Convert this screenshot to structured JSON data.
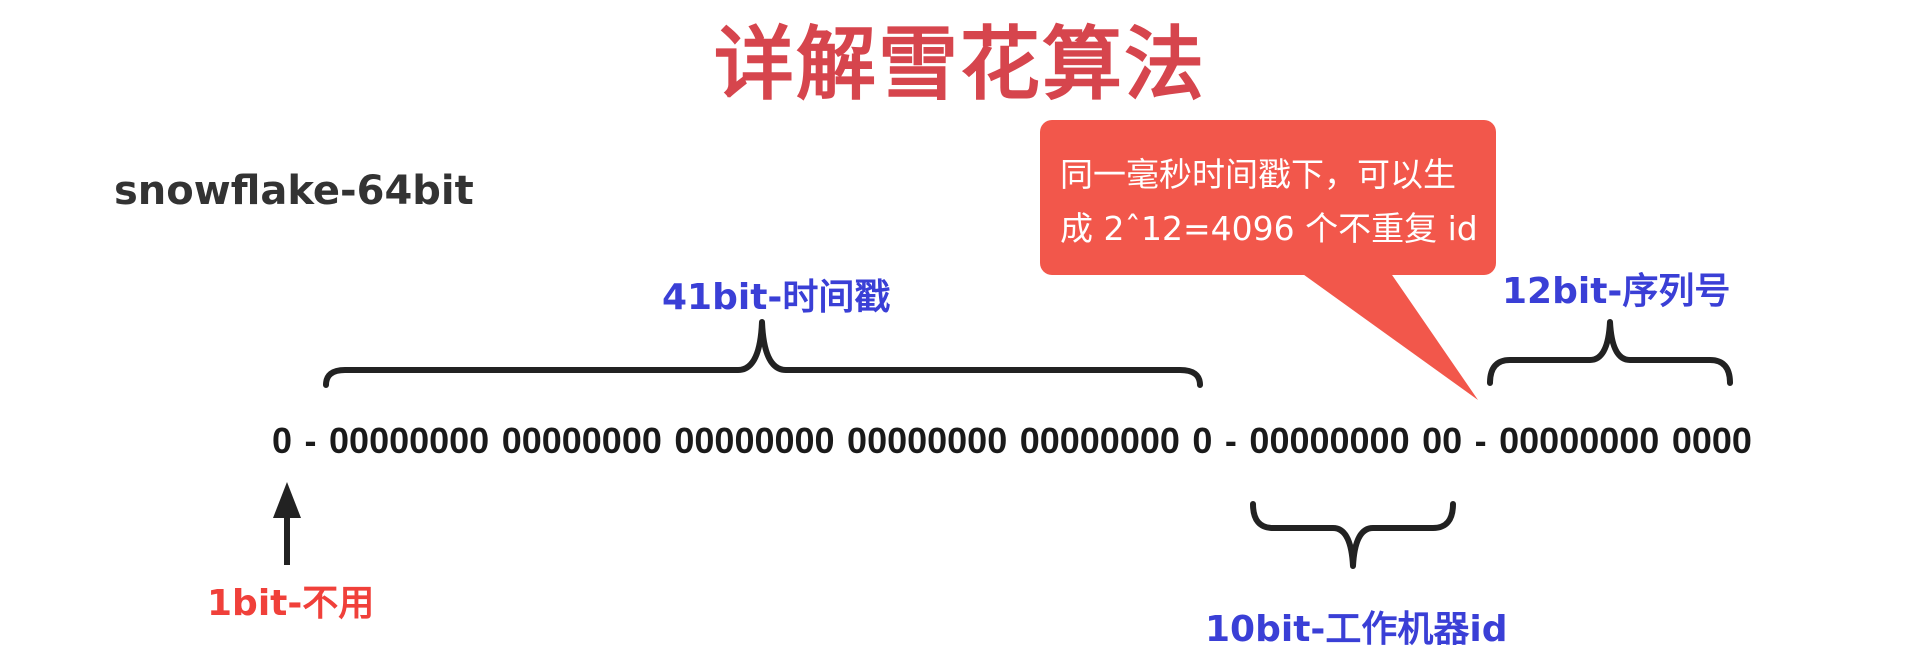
{
  "title": "详解雪花算法",
  "subtitle": "snowflake-64bit",
  "labels": {
    "timestamp": "41bit-时间戳",
    "sequence": "12bit-序列号",
    "machine": "10bit-工作机器id",
    "sign": "1bit-不用"
  },
  "callout": {
    "line1": "同一毫秒时间戳下，可以生",
    "line2": "成 2ˆ12=4096 个不重复 id"
  },
  "bits": {
    "sign": "0",
    "dash1": "-",
    "ts1": "00000000",
    "ts2": "00000000",
    "ts3": "00000000",
    "ts4": "00000000",
    "ts5": "00000000",
    "ts6": "0",
    "dash2": "-",
    "m1": "00000000",
    "m2": "00",
    "dash3": "-",
    "s1": "00000000",
    "s2": "0000"
  },
  "colors": {
    "title": "#d6454d",
    "blue_label": "#3a3fd6",
    "red_label": "#f0403a",
    "callout_bg": "#f2574b",
    "bracket": "#222222"
  }
}
